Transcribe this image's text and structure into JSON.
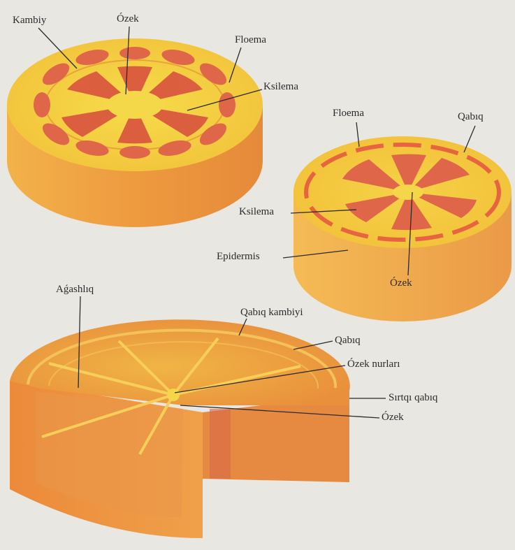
{
  "colors": {
    "paper": "#e9e7e1",
    "yellow_top": "#f4d23c",
    "orange_side": "#ee9a3f",
    "red_tissue": "#d85a44",
    "deep_orange": "#e07b3a",
    "label_text": "#2b2b2b"
  },
  "top_stem": {
    "labels": {
      "kambiy": "Kambiy",
      "ozek": "Ózek",
      "floema": "Floema",
      "ksilema": "Ksilema"
    }
  },
  "right_stem": {
    "labels": {
      "floema": "Floema",
      "qabiq": "Qabıq",
      "ksilema": "Ksilema",
      "epidermis": "Epidermis",
      "ozek": "Ózek"
    }
  },
  "bottom_stem": {
    "labels": {
      "agashliq": "Aǵashlıq",
      "qabiq_kambiyi": "Qabıq kambiyi",
      "qabiq": "Qabıq",
      "ozek_nurlari": "Ózek nurları",
      "sirtqi_qabiq": "Sırtqı qabıq",
      "ozek": "Ózek"
    }
  }
}
